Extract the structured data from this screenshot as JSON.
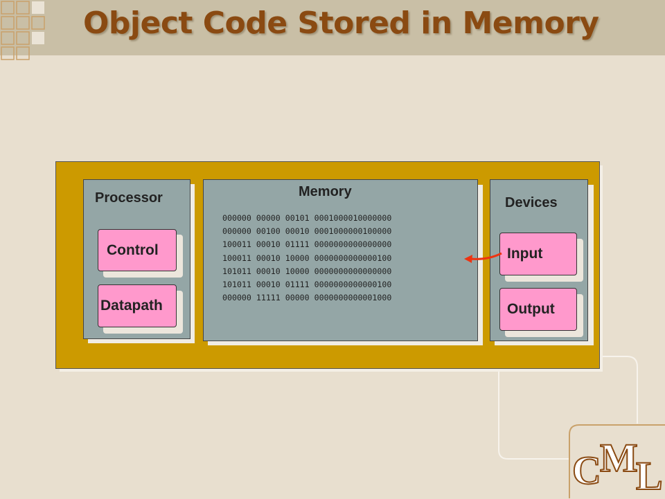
{
  "slide": {
    "title": "Object Code Stored in Memory"
  },
  "diagram": {
    "processor": {
      "label": "Processor",
      "control_label": "Control",
      "datapath_label": "Datapath"
    },
    "memory": {
      "label": "Memory",
      "lines": [
        "000000 00000 00101 0001000010000000",
        "000000 00100 00010 0001000000100000",
        "100011 00010 01111 0000000000000000",
        "100011 00010 10000 0000000000000100",
        "101011 00010 10000 0000000000000000",
        "101011 00010 01111 0000000000000100",
        "000000 11111 00000 0000000000001000"
      ]
    },
    "devices": {
      "label": "Devices",
      "input_label": "Input",
      "output_label": "Output"
    }
  },
  "logo": {
    "letter_c": "C",
    "letter_m": "M",
    "letter_l": "L"
  },
  "colors": {
    "title": "#8a4a12",
    "outer_box": "#cc9a00",
    "panel": "#94a6a6",
    "component": "#ff99cc",
    "arrow": "#ee3311"
  }
}
